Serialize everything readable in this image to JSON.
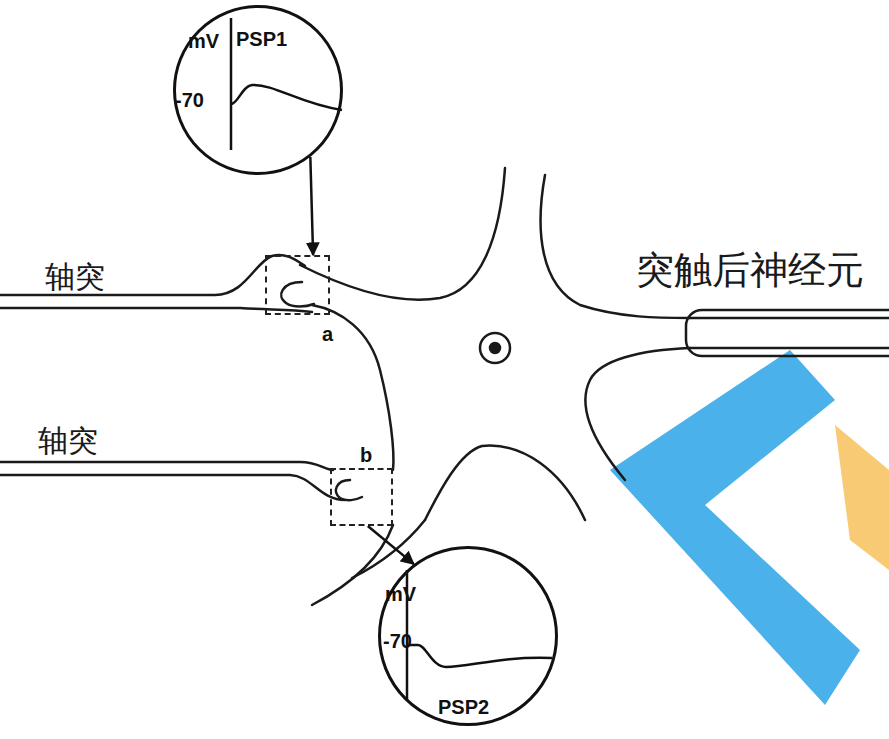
{
  "diagram": {
    "nodes": [
      {
        "text": [
          "mV",
          "PSP1",
          "-70"
        ]
      },
      {
        "text": [
          "a"
        ]
      },
      {
        "text": [
          "b"
        ]
      },
      {
        "text": [
          "mV",
          "-70",
          "PSP2"
        ]
      }
    ],
    "edges": [
      {
        "from": 0,
        "to": 1,
        "arrow": "to"
      },
      {
        "from": 2,
        "to": 3,
        "arrow": "to"
      }
    ],
    "labels": [
      "轴突",
      "轴突",
      "突触后神经元"
    ]
  }
}
